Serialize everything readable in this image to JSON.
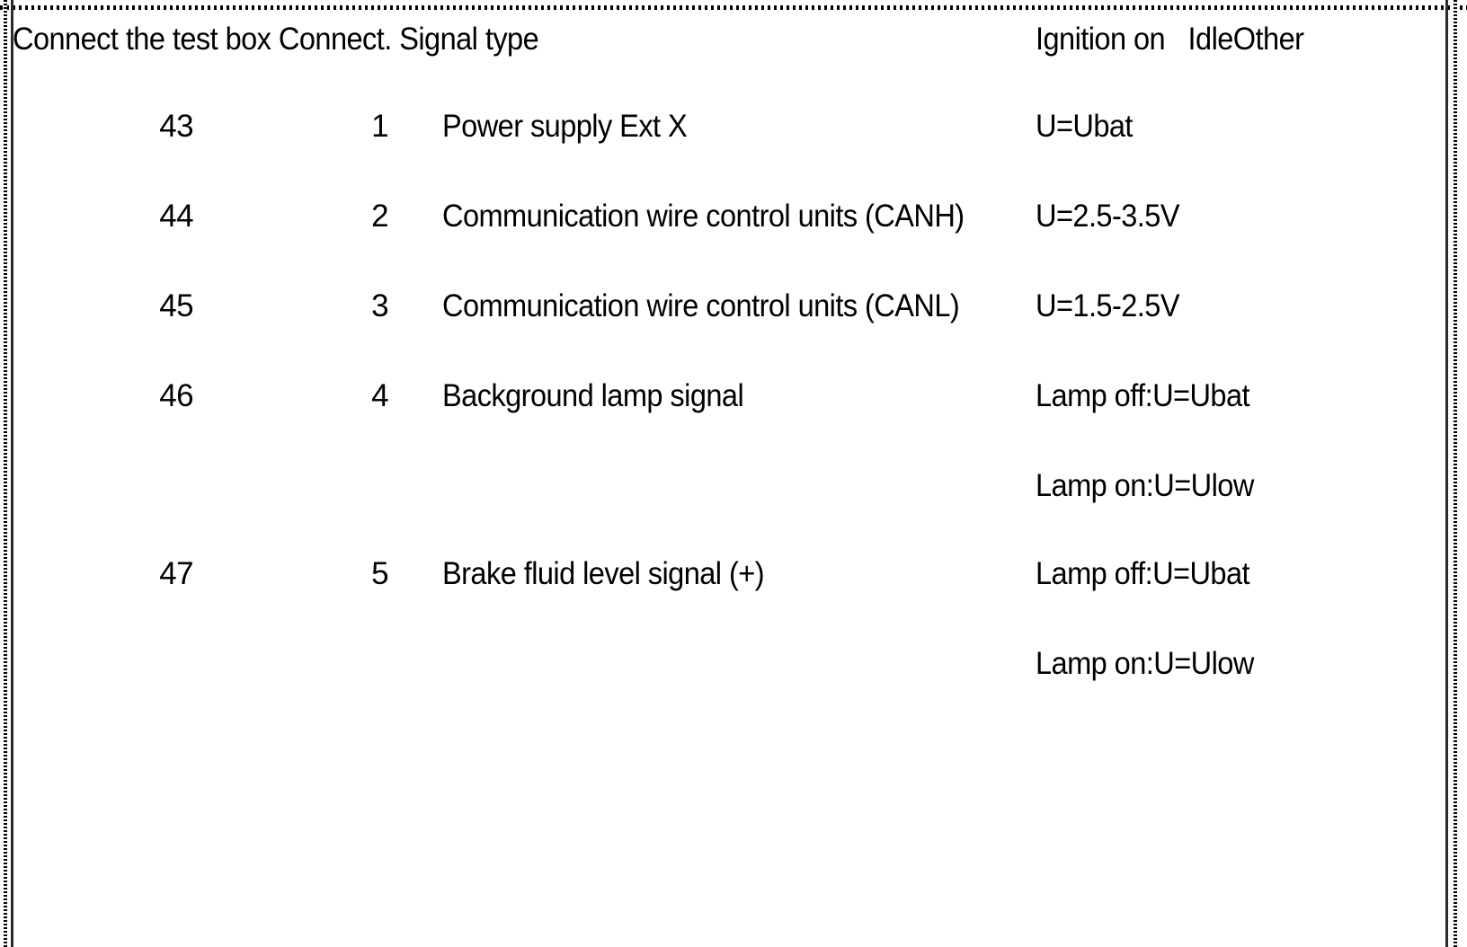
{
  "document": {
    "type": "scanned-table",
    "background_color": "#ffffff",
    "text_color": "#000000"
  },
  "table": {
    "headers": {
      "test_box": "Connect the test box",
      "connector": "Connect.",
      "signal_type": "Signal type",
      "ignition_on": "Ignition on",
      "idle_other": "IdleOther"
    },
    "rows": [
      {
        "test_box": "43",
        "connector": "1",
        "signal_type": "Power supply Ext X",
        "value_1": "U=Ubat",
        "value_2": ""
      },
      {
        "test_box": "44",
        "connector": "2",
        "signal_type": "Communication wire control units (CANH)",
        "value_1": "U=2.5-3.5V",
        "value_2": ""
      },
      {
        "test_box": "45",
        "connector": "3",
        "signal_type": "Communication wire control units (CANL)",
        "value_1": "U=1.5-2.5V",
        "value_2": ""
      },
      {
        "test_box": "46",
        "connector": "4",
        "signal_type": "Background lamp signal",
        "value_1": "Lamp off:U=Ubat",
        "value_2": "Lamp on:U=Ulow"
      },
      {
        "test_box": "47",
        "connector": "5",
        "signal_type": "Brake fluid level signal (+)",
        "value_1": "Lamp off:U=Ubat",
        "value_2": "Lamp on:U=Ulow"
      }
    ]
  }
}
